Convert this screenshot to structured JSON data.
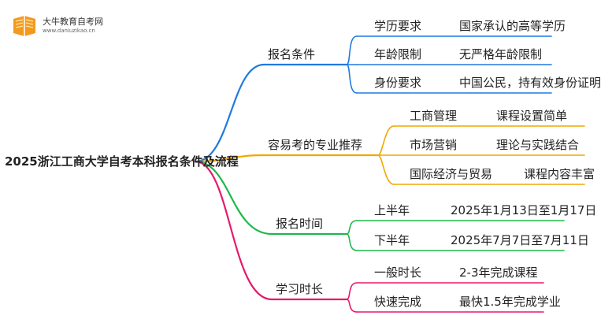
{
  "logo": {
    "name": "大牛教育自考网",
    "url": "www.daniuzikao.cn"
  },
  "mindmap": {
    "root": "2025浙江工商大学自考本科报名条件及流程",
    "branches": [
      {
        "label": "报名条件",
        "color": "#1f7ae0",
        "children": [
          {
            "label": "学历要求",
            "detail": "国家承认的高等学历"
          },
          {
            "label": "年龄限制",
            "detail": "无严格年龄限制"
          },
          {
            "label": "身份要求",
            "detail": "中国公民，持有效身份证明"
          }
        ]
      },
      {
        "label": "容易考的专业推荐",
        "color": "#f0a800",
        "children": [
          {
            "label": "工商管理",
            "detail": "课程设置简单"
          },
          {
            "label": "市场营销",
            "detail": "理论与实践结合"
          },
          {
            "label": "国际经济与贸易",
            "detail": "课程内容丰富"
          }
        ]
      },
      {
        "label": "报名时间",
        "color": "#1fb84a",
        "children": [
          {
            "label": "上半年",
            "detail": "2025年1月13日至1月17日"
          },
          {
            "label": "下半年",
            "detail": "2025年7月7日至7月11日"
          }
        ]
      },
      {
        "label": "学习时长",
        "color": "#e8186b",
        "children": [
          {
            "label": "一般时长",
            "detail": "2-3年完成课程"
          },
          {
            "label": "快速完成",
            "detail": "最快1.5年完成学业"
          }
        ]
      }
    ]
  }
}
